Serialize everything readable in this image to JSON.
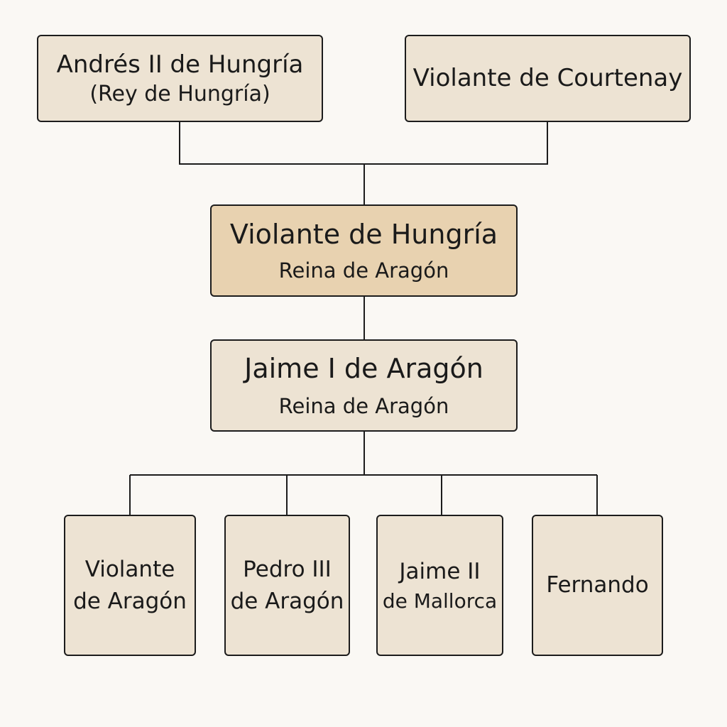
{
  "tree": {
    "parents": {
      "father": {
        "name": "Andrés II de Hungría",
        "title": "(Rey de Hungría)"
      },
      "mother": {
        "name": "Violante de Courtenay"
      }
    },
    "subject": {
      "name": "Violante de Hungría",
      "title": "Reina de Aragón"
    },
    "spouse": {
      "name": "Jaime I de Aragón",
      "title": "Reina de Aragón"
    },
    "children": [
      {
        "line1": "Violante",
        "line2": "de Aragón"
      },
      {
        "line1": "Pedro III",
        "line2": "de Aragón"
      },
      {
        "line1": "Jaime II",
        "line2": "de Mallorca"
      },
      {
        "line1": "Fernando"
      }
    ]
  },
  "colors": {
    "background": "#faf8f4",
    "box_fill": "#ede3d3",
    "highlight_fill": "#e8d2b0",
    "line": "#1c1c1c"
  }
}
